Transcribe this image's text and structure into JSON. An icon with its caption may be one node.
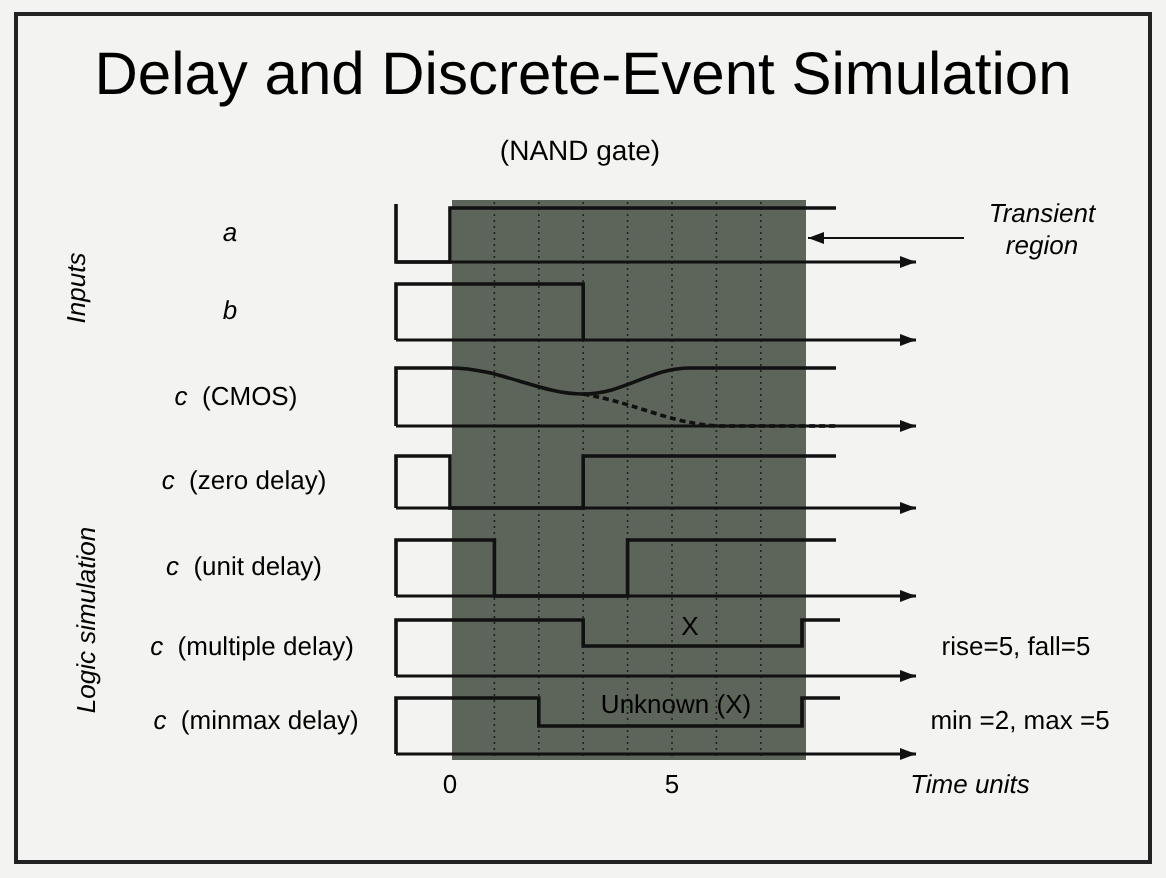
{
  "diagram": {
    "title": "Delay and Discrete-Event Simulation",
    "nodes": [
      {
        "text": [
          "Transient region"
        ]
      },
      {
        "text": [],
        "shape": "box"
      }
    ],
    "edges": [
      {
        "from": 0,
        "to": 1,
        "arrow": "to"
      }
    ],
    "labels": [
      "(NAND gate)",
      "Inputs",
      "a",
      "b",
      "*c*  (CMOS)",
      "*c*  (zero delay)",
      "*c*  (unit delay)",
      "Logic simulation",
      "*c*  (multiple delay)",
      "X",
      "rise=5, fall=5",
      "*c*  (minmax delay)",
      "Unknown (X)",
      "min =2, max =5",
      "0",
      "5",
      "Time units"
    ]
  }
}
